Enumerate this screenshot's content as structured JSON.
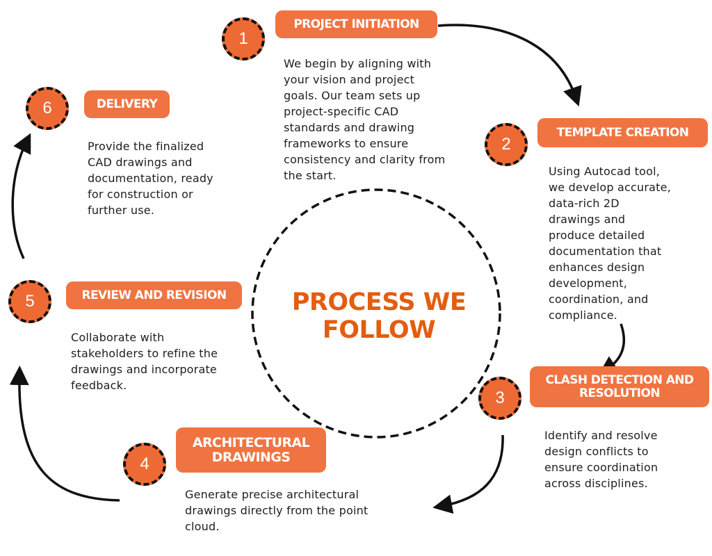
{
  "center": {
    "title_line1": "PROCESS WE",
    "title_line2": "FOLLOW"
  },
  "colors": {
    "accent": "#ef7442",
    "title_text": "#e35d10",
    "line": "#111111"
  },
  "steps": [
    {
      "number": "1",
      "title": "PROJECT INITIATION",
      "description": "We begin by aligning with\nyour vision and project\ngoals. Our team sets up\nproject-specific CAD\nstandards and drawing\nframeworks to ensure\nconsistency and clarity from\nthe start."
    },
    {
      "number": "2",
      "title": "TEMPLATE CREATION",
      "description": "Using Autocad tool,\nwe develop accurate,\ndata-rich 2D\ndrawings and\nproduce detailed\ndocumentation that\nenhances design\ndevelopment,\ncoordination, and\ncompliance."
    },
    {
      "number": "3",
      "title": "CLASH DETECTION AND RESOLUTION",
      "description": "Identify and resolve\ndesign conflicts to\nensure coordination\nacross disciplines."
    },
    {
      "number": "4",
      "title": "ARCHITECTURAL DRAWINGS",
      "description": "Generate precise architectural\ndrawings directly from the point\ncloud."
    },
    {
      "number": "5",
      "title": "REVIEW AND REVISION",
      "description": "Collaborate with\nstakeholders to refine the\ndrawings and incorporate\nfeedback."
    },
    {
      "number": "6",
      "title": "DELIVERY",
      "description": "Provide the finalized\nCAD drawings and\ndocumentation, ready\nfor construction or\nfurther use."
    }
  ]
}
